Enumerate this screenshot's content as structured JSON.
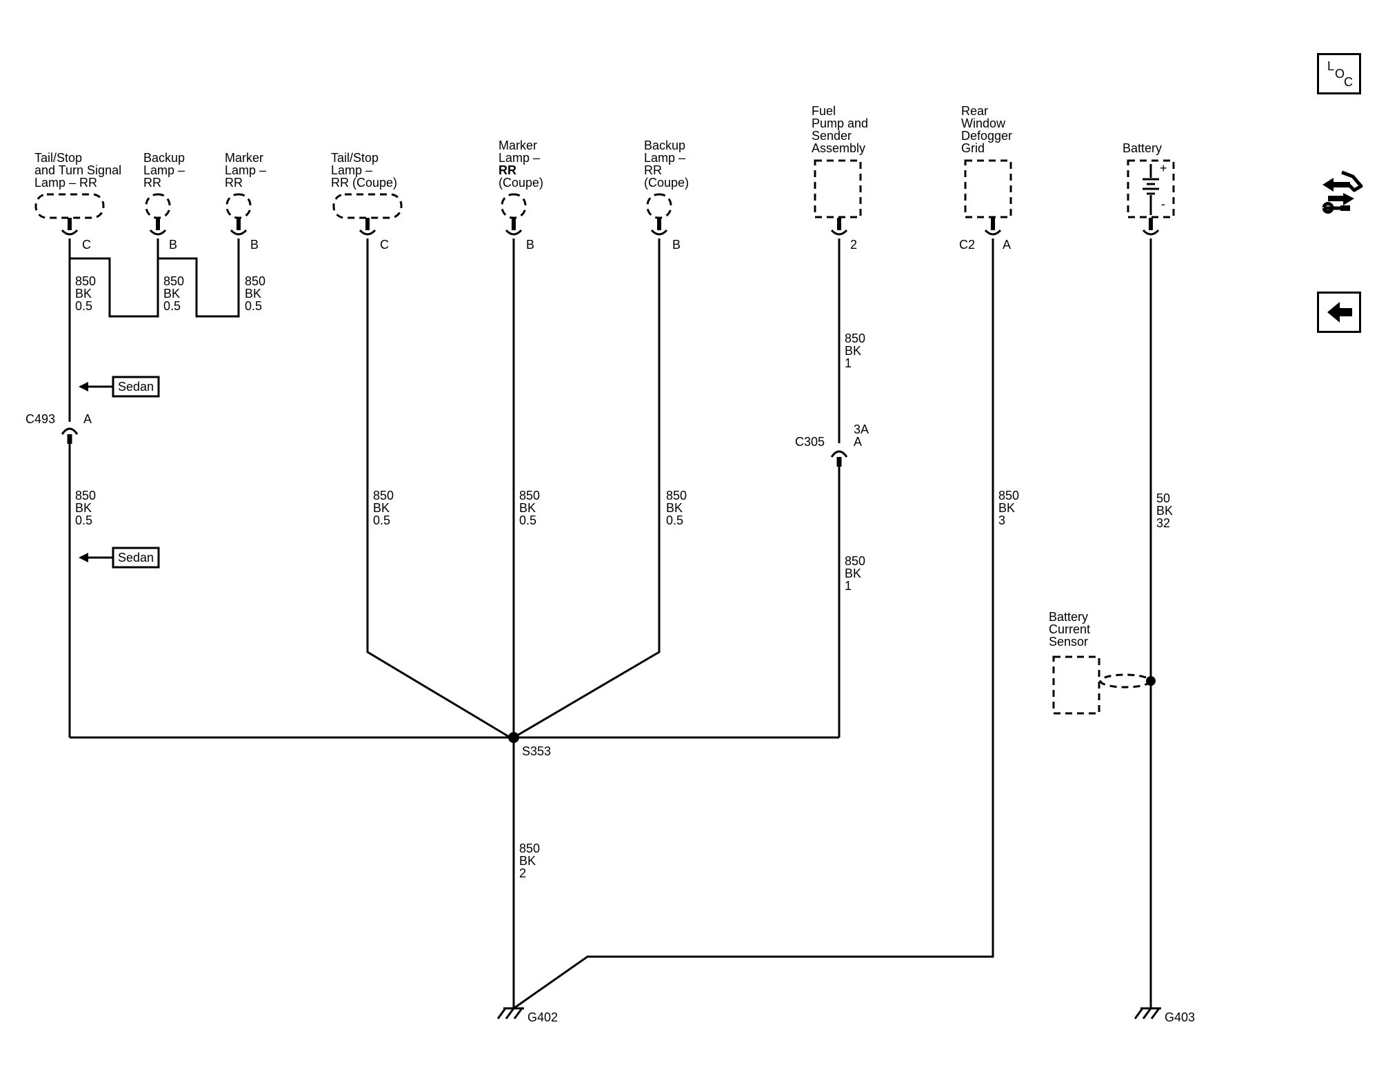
{
  "components": {
    "tail_stop_turn_rr": [
      "Tail/Stop",
      "and Turn Signal",
      "Lamp – RR"
    ],
    "backup_rr": [
      "Backup",
      "Lamp –",
      "RR"
    ],
    "marker_rr": [
      "Marker",
      "Lamp –",
      "RR"
    ],
    "tail_stop_rr_coupe": [
      "Tail/Stop",
      "Lamp –",
      "RR (Coupe)"
    ],
    "marker_rr_coupe": [
      "Marker",
      "Lamp –",
      "RR",
      "(Coupe)"
    ],
    "backup_rr_coupe": [
      "Backup",
      "Lamp –",
      "RR",
      "(Coupe)"
    ],
    "fuel_pump": [
      "Fuel",
      "Pump and",
      "Sender",
      "Assembly"
    ],
    "rear_window": [
      "Rear",
      "Window",
      "Defogger",
      "Grid"
    ],
    "battery": [
      "Battery"
    ],
    "battery_current_sensor": [
      "Battery",
      "Current",
      "Sensor"
    ]
  },
  "pins": {
    "tail_stop_turn_rr": "C",
    "backup_rr": "B",
    "marker_rr": "B",
    "tail_stop_rr_coupe": "C",
    "marker_rr_coupe": "B",
    "backup_rr_coupe": "B",
    "fuel_pump": "2",
    "rear_window_connector": "C2",
    "rear_window": "A"
  },
  "battery_terminals": {
    "plus": "+",
    "minus": "-"
  },
  "wires": {
    "w_tail_upper": [
      "850",
      "BK",
      "0.5"
    ],
    "w_backup": [
      "850",
      "BK",
      "0.5"
    ],
    "w_marker": [
      "850",
      "BK",
      "0.5"
    ],
    "w_tail_lower": [
      "850",
      "BK",
      "0.5"
    ],
    "w_tail_coupe": [
      "850",
      "BK",
      "0.5"
    ],
    "w_marker_coupe": [
      "850",
      "BK",
      "0.5"
    ],
    "w_backup_coupe": [
      "850",
      "BK",
      "0.5"
    ],
    "w_fuel_upper": [
      "850",
      "BK",
      "1"
    ],
    "w_fuel_lower": [
      "850",
      "BK",
      "1"
    ],
    "w_rear_window": [
      "850",
      "BK",
      "3"
    ],
    "w_battery": [
      "50",
      "BK",
      "32"
    ],
    "w_ground": [
      "850",
      "BK",
      "2"
    ]
  },
  "connectors": {
    "c493": {
      "name": "C493",
      "pin": "A"
    },
    "c305": {
      "name": "C305",
      "pin": [
        "3A",
        "A"
      ]
    }
  },
  "splices": {
    "s353": "S353"
  },
  "grounds": {
    "g402": "G402",
    "g403": "G403"
  },
  "options": {
    "sedan_1": "Sedan",
    "sedan_2": "Sedan"
  },
  "nav": {
    "loc": [
      "L",
      "O",
      "C"
    ],
    "service_icon": "connector-wrench-icon",
    "back_icon": "back-arrow-icon"
  }
}
